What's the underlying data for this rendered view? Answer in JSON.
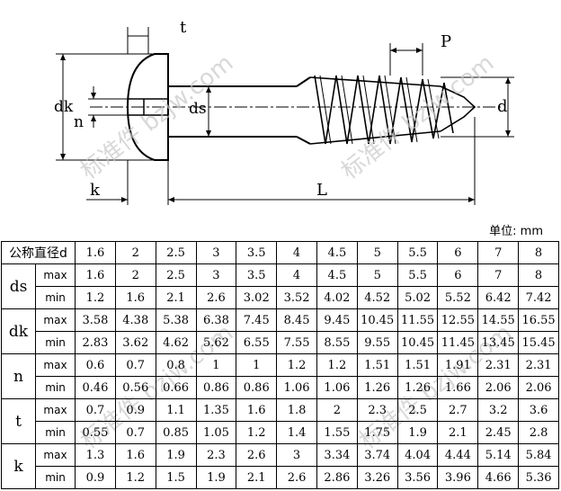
{
  "drawing": {
    "labels": {
      "t": "t",
      "P": "P",
      "dk": "dk",
      "n": "n",
      "ds": "ds",
      "d": "d",
      "k": "k",
      "L": "L"
    }
  },
  "unit_label": "单位: mm",
  "table": {
    "header_label": "公称直径d",
    "nominal": [
      "1.6",
      "2",
      "2.5",
      "3",
      "3.5",
      "4",
      "4.5",
      "5",
      "5.5",
      "6",
      "7",
      "8"
    ],
    "groups": [
      {
        "name": "ds",
        "rows": [
          {
            "label": "max",
            "values": [
              "1.6",
              "2",
              "2.5",
              "3",
              "3.5",
              "4",
              "4.5",
              "5",
              "5.5",
              "6",
              "7",
              "8"
            ]
          },
          {
            "label": "min",
            "values": [
              "1.2",
              "1.6",
              "2.1",
              "2.6",
              "3.02",
              "3.52",
              "4.02",
              "4.52",
              "5.02",
              "5.52",
              "6.42",
              "7.42"
            ]
          }
        ]
      },
      {
        "name": "dk",
        "rows": [
          {
            "label": "max",
            "values": [
              "3.58",
              "4.38",
              "5.38",
              "6.38",
              "7.45",
              "8.45",
              "9.45",
              "10.45",
              "11.55",
              "12.55",
              "14.55",
              "16.55"
            ]
          },
          {
            "label": "min",
            "values": [
              "2.83",
              "3.62",
              "4.62",
              "5.62",
              "6.55",
              "7.55",
              "8.55",
              "9.55",
              "10.45",
              "11.45",
              "13.45",
              "15.45"
            ]
          }
        ]
      },
      {
        "name": "n",
        "rows": [
          {
            "label": "max",
            "values": [
              "0.6",
              "0.7",
              "0.8",
              "1",
              "1",
              "1.2",
              "1.2",
              "1.51",
              "1.51",
              "1.91",
              "2.31",
              "2.31"
            ]
          },
          {
            "label": "min",
            "values": [
              "0.46",
              "0.56",
              "0.66",
              "0.86",
              "0.86",
              "1.06",
              "1.06",
              "1.26",
              "1.26",
              "1.66",
              "2.06",
              "2.06"
            ]
          }
        ]
      },
      {
        "name": "t",
        "rows": [
          {
            "label": "max",
            "values": [
              "0.7",
              "0.9",
              "1.1",
              "1.35",
              "1.6",
              "1.8",
              "2",
              "2.3",
              "2.5",
              "2.7",
              "3.2",
              "3.6"
            ]
          },
          {
            "label": "min",
            "values": [
              "0.55",
              "0.7",
              "0.85",
              "1.05",
              "1.2",
              "1.4",
              "1.55",
              "1.75",
              "1.9",
              "2.1",
              "2.45",
              "2.8"
            ]
          }
        ]
      },
      {
        "name": "k",
        "rows": [
          {
            "label": "max",
            "values": [
              "1.3",
              "1.6",
              "1.9",
              "2.3",
              "2.6",
              "3",
              "3.34",
              "3.74",
              "4.04",
              "4.44",
              "5.14",
              "5.84"
            ]
          },
          {
            "label": "min",
            "values": [
              "0.9",
              "1.2",
              "1.5",
              "1.9",
              "2.1",
              "2.6",
              "2.86",
              "3.26",
              "3.56",
              "3.96",
              "4.66",
              "5.36"
            ]
          }
        ]
      }
    ]
  }
}
